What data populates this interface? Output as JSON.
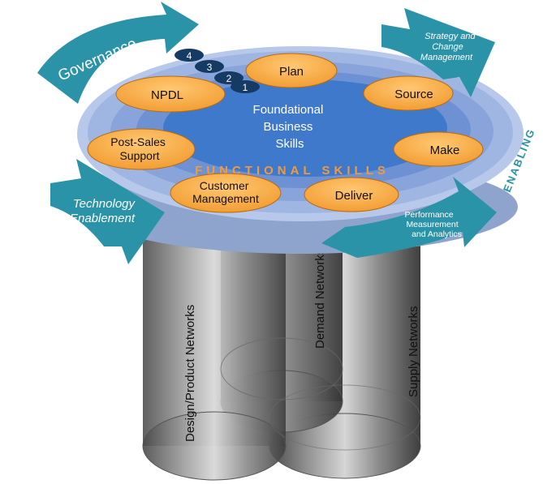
{
  "core": {
    "lines": [
      "Foundational",
      "Business",
      "Skills"
    ]
  },
  "functional_label": "FUNCTIONAL SKILLS",
  "skills": {
    "plan": "Plan",
    "source": "Source",
    "make": "Make",
    "deliver": "Deliver",
    "customer_management": [
      "Customer",
      "Management"
    ],
    "post_sales": [
      "Post-Sales",
      "Support"
    ],
    "npdl": "NPDL"
  },
  "levels": [
    "1",
    "2",
    "3",
    "4"
  ],
  "arrows": {
    "governance": "Governance",
    "strategy": [
      "Strategy and",
      "Change",
      "Management"
    ],
    "technology": [
      "Technology",
      "Enablement"
    ],
    "performance": [
      "Performance",
      "Measurement",
      "and Analytics"
    ]
  },
  "enabling_label": "ENABLING",
  "networks": {
    "design": "Design/Product Networks",
    "demand": "Demand Networks",
    "supply": "Supply Networks"
  },
  "colors": {
    "teal_arrow": "#2a93a8",
    "orange_skill": "#f6a43a",
    "core_blue": "#1c66c0",
    "ring_light": "#a7bce6",
    "functional_label": "#f29a3a",
    "level_badge": "#153a63"
  }
}
